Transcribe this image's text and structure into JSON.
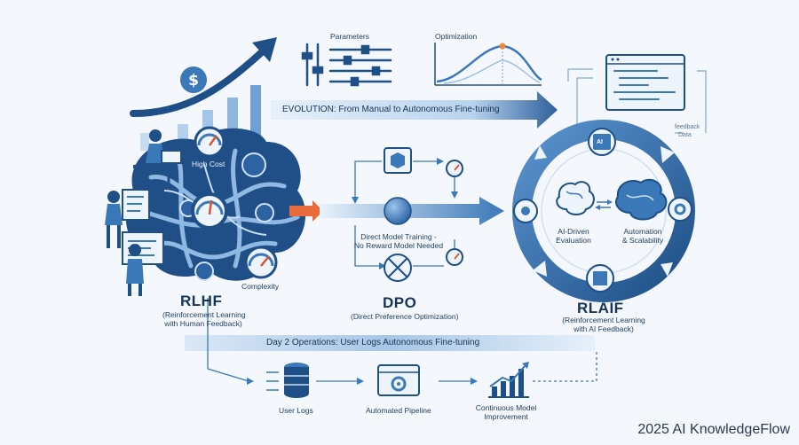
{
  "top": {
    "parameters_label": "Parameters",
    "optimization_label": "Optimization",
    "evolution_banner": "EVOLUTION: From Manual to Autonomous Fine-tuning"
  },
  "rlhf": {
    "title": "RLHF",
    "subtitle_line1": "(Reinforcement Learning",
    "subtitle_line2": "with Human Feedback)",
    "high_cost_label": "High Cost",
    "complexity_label": "Complexity"
  },
  "dpo": {
    "title": "DPO",
    "subtitle": "(Direct Preference Optimization)",
    "desc_line1": "Direct Model Training -",
    "desc_line2": "No Reward Model Needed"
  },
  "rlaif": {
    "title": "RLAIF",
    "subtitle_line1": "(Reinforcement Learning",
    "subtitle_line2": "with AI Feedback)",
    "ai_badge": "AI",
    "eval_line1": "AI-Driven",
    "eval_line2": "Evaluation",
    "auto_line1": "Automation",
    "auto_line2": "& Scalability"
  },
  "monitor": {
    "feedback_label": "feedback",
    "data_label": "Data"
  },
  "day2": {
    "banner": "Day 2 Operations: User Logs Autonomous Fine-tuning",
    "user_logs": "User Logs",
    "pipeline": "Automated Pipeline",
    "improve_line1": "Continuous Model",
    "improve_line2": "Improvement"
  },
  "footer": {
    "brand": "2025 AI KnowledgeFlow"
  },
  "colors": {
    "navy": "#1e4f86",
    "blue": "#3a78b8",
    "light": "#a9c9e8",
    "bg": "#f4f8fc"
  }
}
